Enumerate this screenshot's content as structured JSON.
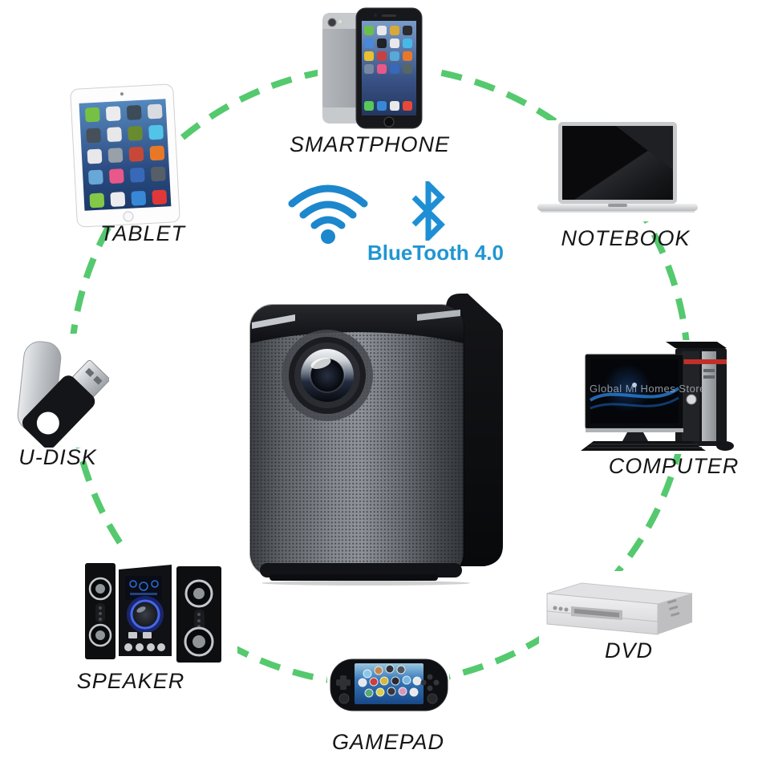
{
  "diagram": {
    "watermark": "Global Mi Homes Store",
    "wireless": {
      "wifi_icon": "wifi",
      "bluetooth_icon": "bluetooth",
      "bluetooth_label": "BlueTooth 4.0",
      "wifi_color": "#1c87cc",
      "bluetooth_color": "#1e8fd5"
    },
    "connection_circle": {
      "color": "#55c96e",
      "style": "dashed"
    },
    "center_device": {
      "name": "projector"
    },
    "devices": [
      {
        "id": "smartphone",
        "label": "SMARTPHONE"
      },
      {
        "id": "tablet",
        "label": "TABLET"
      },
      {
        "id": "notebook",
        "label": "NOTEBOOK"
      },
      {
        "id": "u-disk",
        "label": "U-DISK"
      },
      {
        "id": "computer",
        "label": "COMPUTER"
      },
      {
        "id": "speaker",
        "label": "SPEAKER"
      },
      {
        "id": "dvd",
        "label": "DVD"
      },
      {
        "id": "gamepad",
        "label": "GAMEPAD"
      }
    ]
  }
}
